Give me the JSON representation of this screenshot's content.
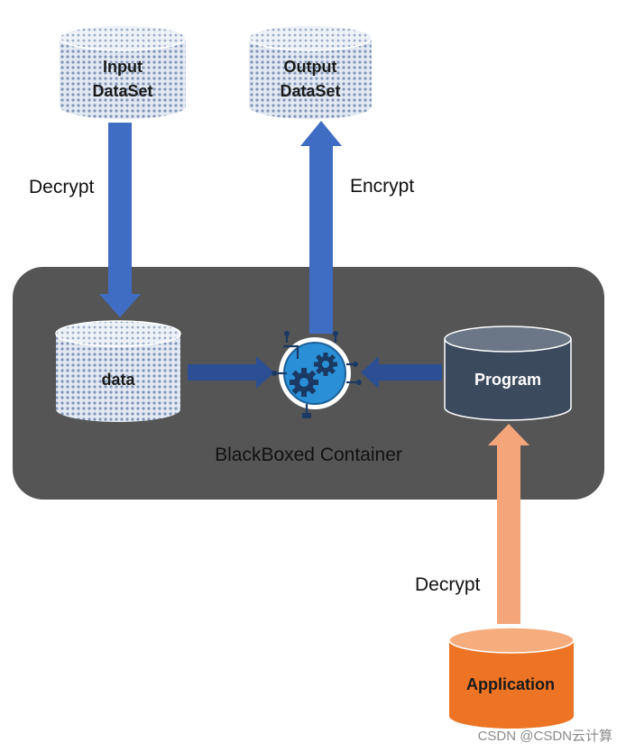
{
  "nodes": {
    "input_dataset": {
      "line1": "Input",
      "line2": "DataSet"
    },
    "output_dataset": {
      "line1": "Output",
      "line2": "DataSet"
    },
    "data": {
      "label": "data"
    },
    "program": {
      "label": "Program"
    },
    "application": {
      "label": "Application"
    }
  },
  "edges": {
    "decrypt_input": {
      "label": "Decrypt"
    },
    "encrypt_output": {
      "label": "Encrypt"
    },
    "decrypt_application": {
      "label": "Decrypt"
    }
  },
  "container": {
    "label": "BlackBoxed Container"
  },
  "watermark": {
    "text": "CSDN @CSDN云计算"
  },
  "icons": {
    "processor": "gear-processor-icon"
  },
  "colors": {
    "container_bg": "#555555",
    "blue_arrow": "#3f6dc4",
    "dark_arrow": "#2c4f93",
    "orange_arrow": "#f4a57a",
    "program_fill": "#3c4a5e",
    "program_top": "#6b7686",
    "application_fill": "#ec7424",
    "application_top": "#f6ad7e",
    "dataset_fill": "#c7d2e2"
  }
}
